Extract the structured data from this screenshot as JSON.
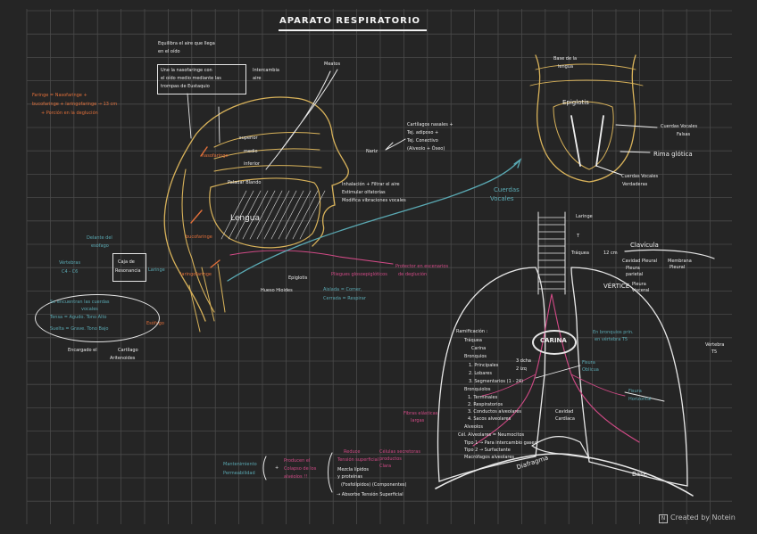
{
  "title": "APARATO RESPIRATORIO",
  "colors": {
    "background": "#252525",
    "grid": "#4a4a4a",
    "white": "#ececec",
    "orange": "#e2703a",
    "teal": "#5aa9b3",
    "pink": "#d14a86",
    "yellow": "#d8b25a"
  },
  "head": {
    "equilibra": [
      "Equilibra el aire que llega",
      "en el oído"
    ],
    "une": [
      "Une la nasofaringe con",
      "el oído medio mediante las",
      "trompas de Eustaquio"
    ],
    "intercambia": [
      "Intercambia",
      "aire"
    ],
    "meatos": "Meatos",
    "faringe": [
      "Faringe = Nasofaringe +",
      "bucofaringe + laringofaringe → 13 cm",
      "+ Porción en la deglución"
    ],
    "superior": "superior",
    "medio": "medio",
    "inferior": "inferior",
    "nariz": "Nariz",
    "cartilagos": [
      "Cartílagos nasales +",
      "Tej. adiposo +",
      "Tej. Conectivo",
      "(Alveolo + Óseo)"
    ],
    "inhalacion": [
      "Inhalación + Filtrar el aire",
      "Estimular olfatorias",
      "Modifica vibraciones vocales"
    ],
    "lengua": "Lengua",
    "paladar": "Paladar Blando",
    "bucofaringe": "bucofaringe",
    "nasofaringe": "nasofaringe",
    "laringofaringe": "laringofaringe",
    "esofago": "Esófago",
    "epiglotis": "Epiglotis",
    "hueso": "Hueso Hioides",
    "pliegues": "Pliegues glosoepiglóticos",
    "protector": [
      "Protector en escenarios",
      "de deglución"
    ],
    "aislada": [
      "Aislada = Comer,",
      "Cerrada = Respirar"
    ],
    "cuerdas_diag": [
      "Cuerdas",
      "Vocales"
    ],
    "delante": [
      "Delante del",
      "esófago"
    ],
    "vertebras": [
      "Vértebras",
      "C4 - C6"
    ],
    "caja": [
      "Caja de",
      "Resonancia"
    ],
    "laringe": "Laringe",
    "se_encuentran": [
      "Se encuentran las cuerdas",
      "vocales"
    ],
    "tono_agudo": "Tensa = Agudo. Tono Alto",
    "tono_grave": "Suelta = Grave. Tono Bajo",
    "encargado": [
      "Encargado el",
      "Cartílago",
      "Aritenoides"
    ]
  },
  "larynx": {
    "base": [
      "Base de la",
      "lengua"
    ],
    "epiglotis": "Epiglotis",
    "cuerdas_falsas": [
      "Cuerdas Vocales",
      "Falsas"
    ],
    "rima": "Rima glótica",
    "cuerdas_verdaderas": [
      "Cuerdas Vocales",
      "Verdaderas"
    ]
  },
  "lungs": {
    "laringe": "Laringe",
    "t_letter": "T",
    "traquea": "Tráquea",
    "tnum": "12 cm",
    "clavicula": "Clavícula",
    "cavidad": [
      "Cavidad Pleural",
      "Pleura",
      "parietal"
    ],
    "membrana": [
      "Membrana",
      "Pleural"
    ],
    "vertice": "VÉRTICE",
    "pleura_visceral": [
      "Pleura",
      "visceral"
    ],
    "carina": "CARINA",
    "carina_note": [
      "En bronquios prin.",
      "en vértebra T5"
    ],
    "vertebra": [
      "Vértebra",
      "T5"
    ],
    "ramificacion": "Ramificación :",
    "ram_items": [
      "Tráquea",
      "Carina",
      "Bronquios",
      "1. Principales",
      "2. Lobares",
      "3. Segmentarios (1 - 24)"
    ],
    "derecho": "3 dcha",
    "izquierdo": "2 izq",
    "bronquiolos": "Bronquiolos",
    "bq_items": [
      "1. Terminales",
      "2. Respiratorios",
      "3. Conductos alveolares",
      "4. Sacos alveolares"
    ],
    "alveolos": "Alveolos",
    "cel": "Cél. Alveolares = Neumocitos",
    "tipo1": "Tipo 1 → Para intercambio gases",
    "tipo2": "Tipo 2 → Surfactante",
    "macrofago": "Macrófagos alveolares",
    "fisura_oblicua": [
      "Fisura",
      "Oblicua"
    ],
    "fisura_horizontal": [
      "Fisura",
      "Horizontal"
    ],
    "cavidad_cardiaca": [
      "Cavidad",
      "Cardíaca"
    ],
    "fibras": [
      "Fibras elásticas",
      "largas"
    ],
    "diafragma": "Diafragma",
    "base": "Base"
  },
  "bottom": {
    "mantenimiento": [
      "Mantenimiento",
      "Permeabilidad"
    ],
    "plus": "+",
    "produce": [
      "Producen el",
      "Colapso de los",
      "alvéolos !!"
    ],
    "reduce": [
      "Reduce",
      "Tensión superficial"
    ],
    "celulas": [
      "Células secretoras",
      "productos",
      "Clara"
    ],
    "mezcla": [
      "Mezcla lípidos",
      "y proteínas"
    ],
    "acidos": "(Fosfolípidos) (Componentes)",
    "absorcion": "→ Absorbe Tensión Superficial"
  },
  "credit": "Created by Notein"
}
